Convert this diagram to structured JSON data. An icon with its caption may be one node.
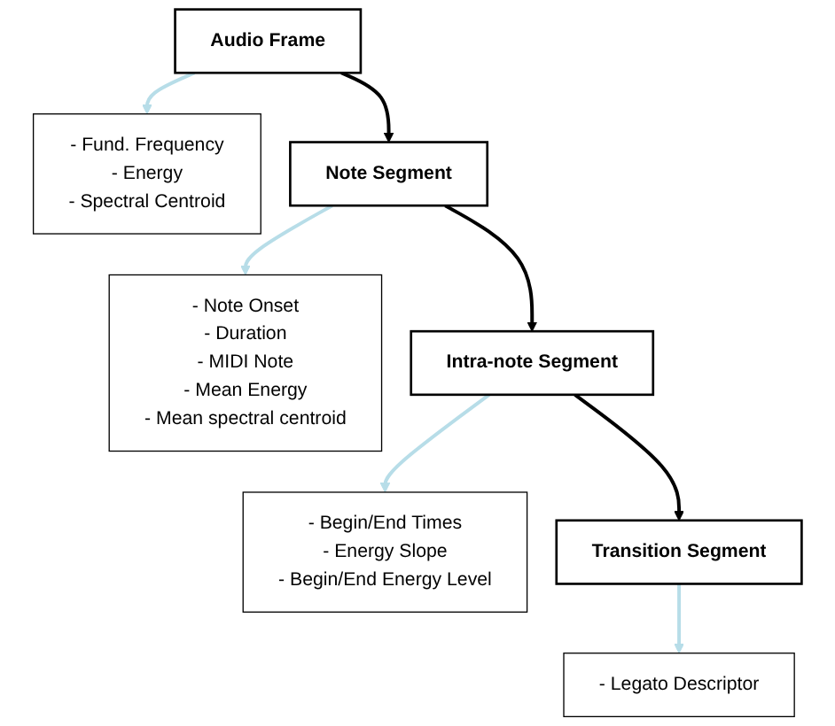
{
  "diagram": {
    "nodes": [
      {
        "text": [
          "Audio Frame"
        ]
      },
      {
        "text": [
          "- Fund. Frequency",
          "- Energy",
          "- Spectral Centroid"
        ]
      },
      {
        "text": [
          "Note Segment"
        ]
      },
      {
        "text": [
          "- Note Onset",
          "- Duration",
          "- MIDI Note",
          "- Mean Energy",
          "- Mean spectral centroid"
        ]
      },
      {
        "text": [
          "Intra-note Segment"
        ]
      },
      {
        "text": [
          "- Begin/End Times",
          "- Energy Slope",
          "- Begin/End Energy Level"
        ]
      },
      {
        "text": [
          "Transition Segment"
        ]
      },
      {
        "text": [
          "- Legato Descriptor"
        ]
      }
    ],
    "edges": [
      {
        "from": 0,
        "to": 1,
        "arrow": "to"
      },
      {
        "from": 0,
        "to": 2,
        "arrow": "to",
        "color": "#000000"
      },
      {
        "from": 2,
        "to": 3,
        "arrow": "to"
      },
      {
        "from": 2,
        "to": 4,
        "arrow": "to",
        "color": "#000000"
      },
      {
        "from": 4,
        "to": 5,
        "arrow": "to"
      },
      {
        "from": 4,
        "to": 6,
        "arrow": "to",
        "color": "#000000"
      },
      {
        "from": 6,
        "to": 7,
        "arrow": "to"
      }
    ]
  }
}
